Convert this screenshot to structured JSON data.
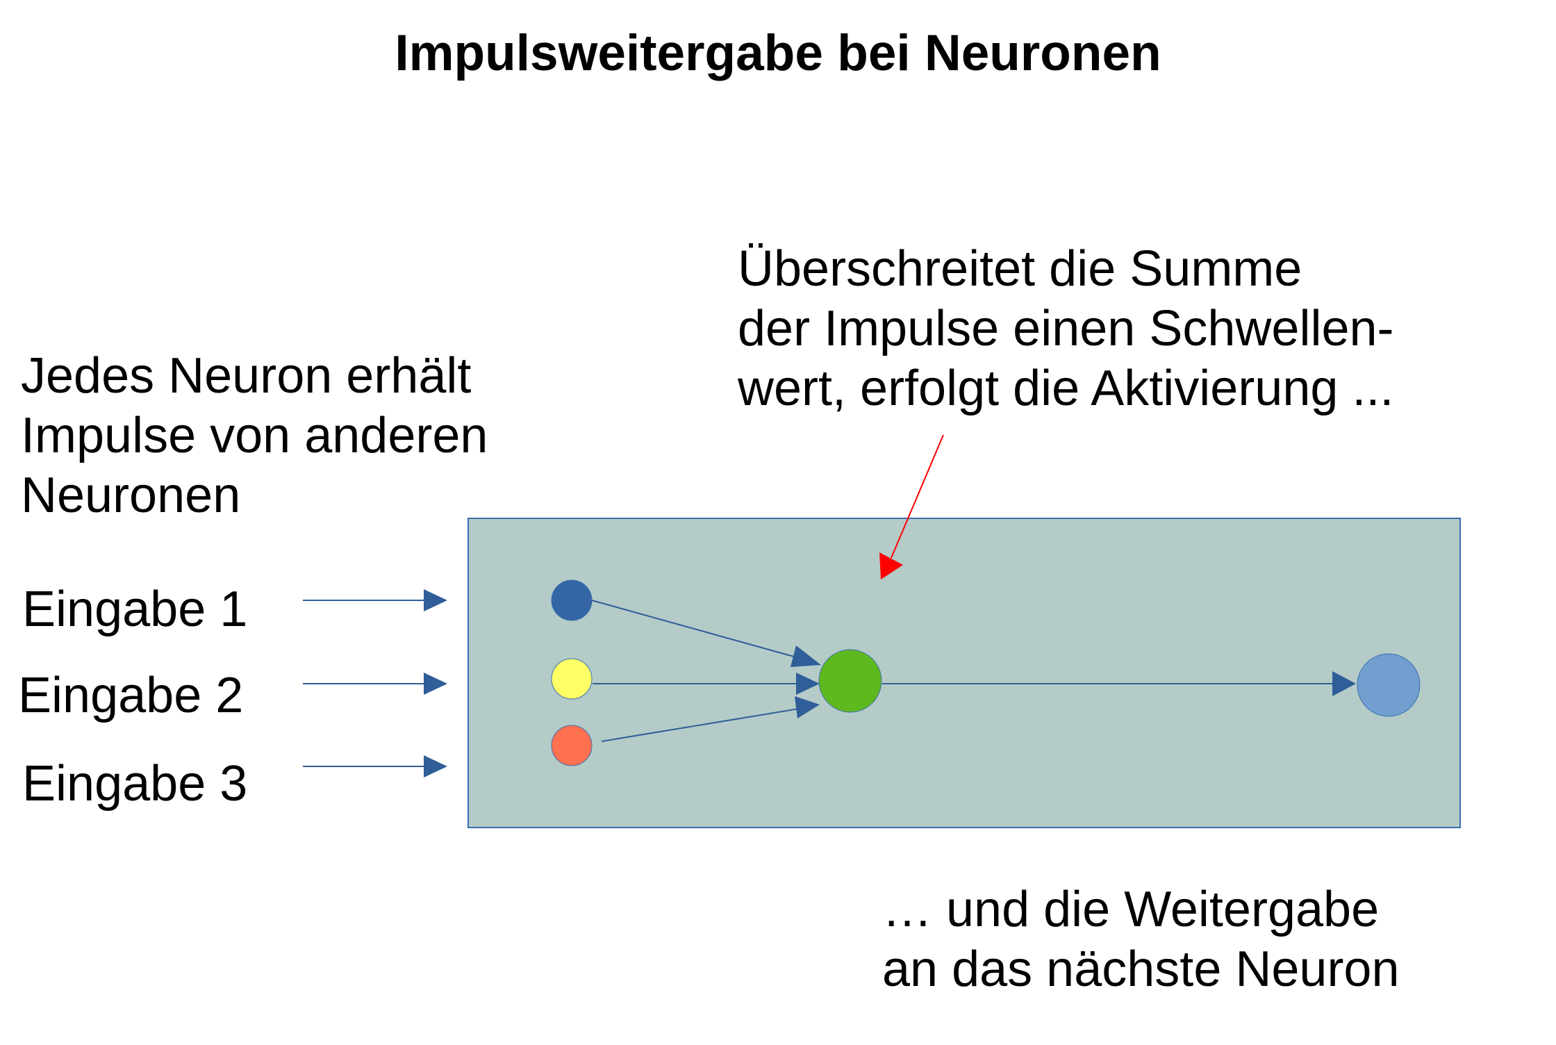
{
  "title": "Impulsweitergabe bei Neuronen",
  "left_note": {
    "lines": [
      "Jedes Neuron erhält",
      "Impulse von anderen",
      "Neuronen"
    ]
  },
  "top_note": {
    "lines": [
      "Überschreitet die Summe",
      "der Impulse einen Schwellen-",
      "wert, erfolgt die Aktivierung ..."
    ]
  },
  "bottom_note": {
    "lines": [
      "… und die Weitergabe",
      "an das nächste Neuron"
    ]
  },
  "inputs": [
    {
      "label": "Eingabe 1"
    },
    {
      "label": "Eingabe 2"
    },
    {
      "label": "Eingabe 3"
    }
  ],
  "colors": {
    "box_fill": "#b4cbc8",
    "box_stroke": "#3a6fb0",
    "arrow_blue": "#2f5e98",
    "arrow_red": "#ff0000",
    "node_input_1": "#3465a4",
    "node_input_2": "#ffff66",
    "node_input_3": "#ff7050",
    "node_neuron": "#5eb91e",
    "node_output": "#729fcf"
  }
}
